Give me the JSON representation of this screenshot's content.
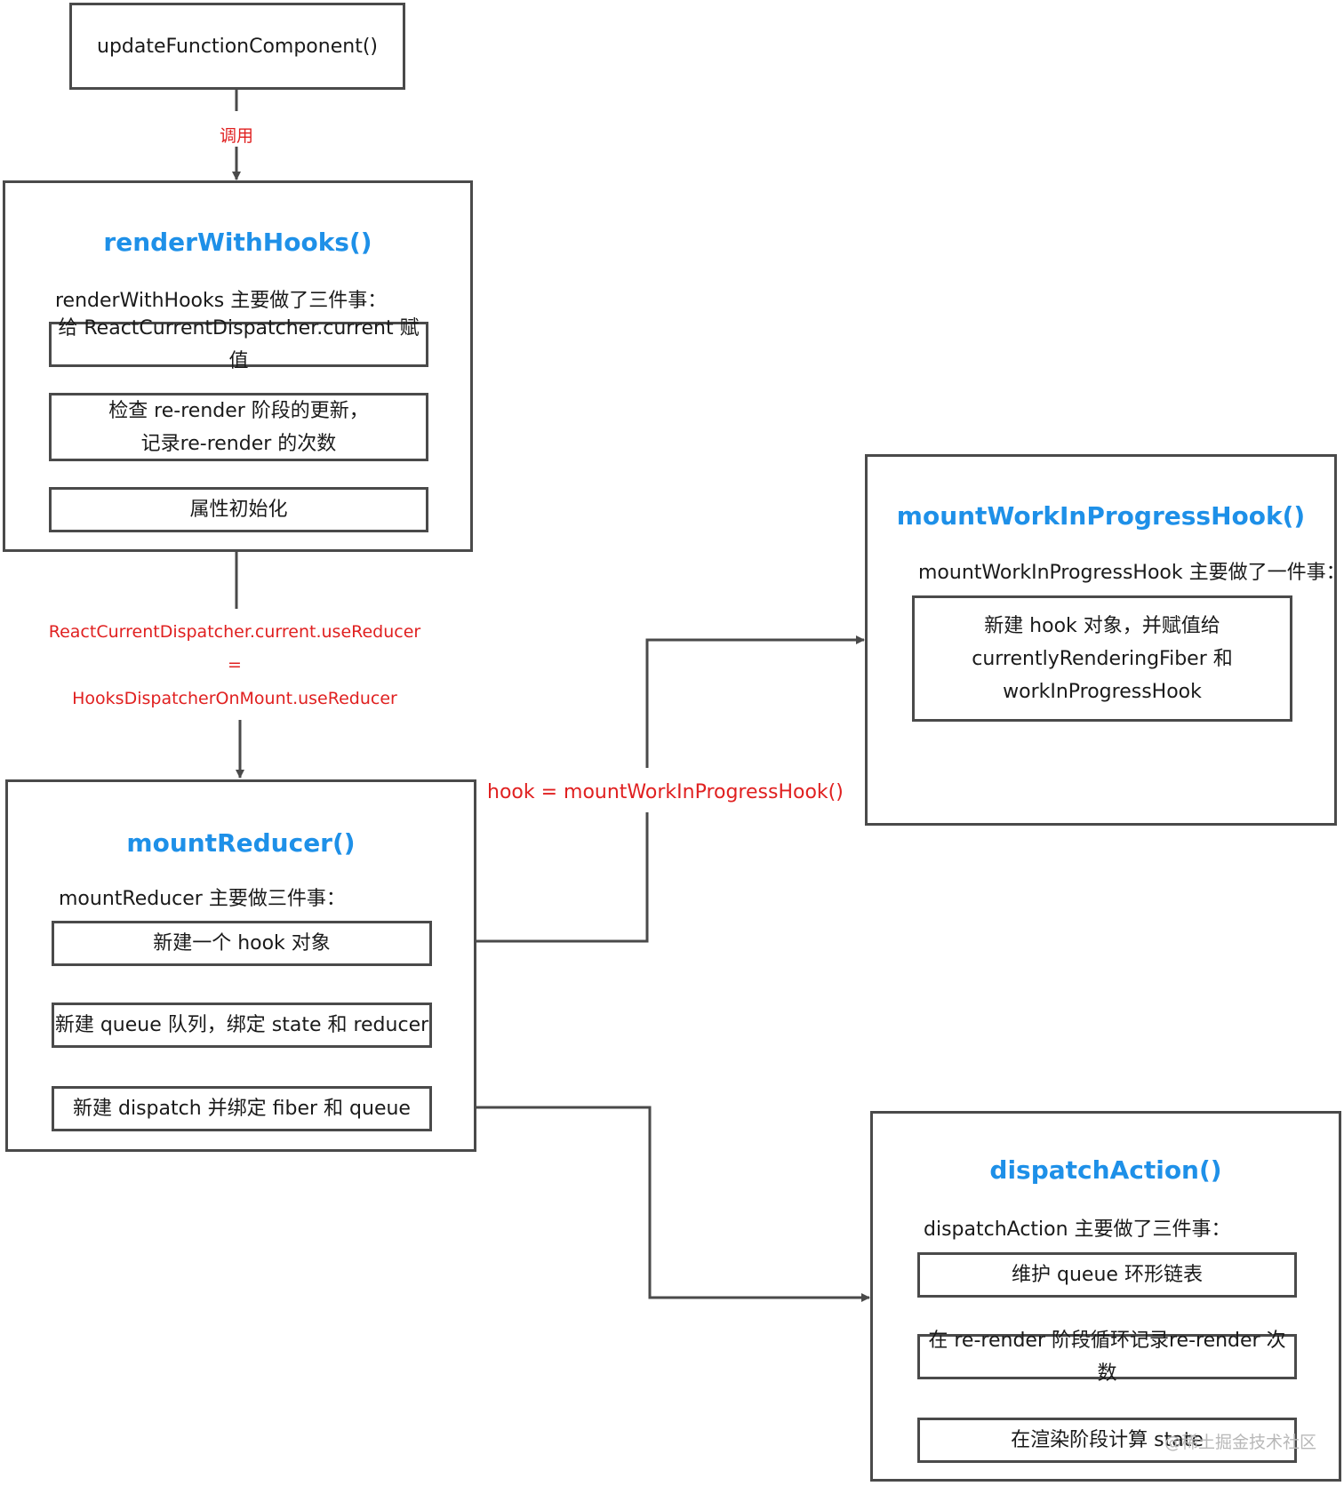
{
  "update_fn": {
    "label": "updateFunctionComponent()"
  },
  "call_label": "调用",
  "render_with_hooks": {
    "title": "renderWithHooks()",
    "desc": "renderWithHooks 主要做了三件事：",
    "steps": [
      "给 ReactCurrentDispatcher.current 赋值",
      "检查 re-render 阶段的更新，\n记录re-render 的次数",
      "属性初始化"
    ]
  },
  "dispatcher_label": {
    "line1": "ReactCurrentDispatcher.current.useReducer",
    "line2": "=",
    "line3": "HooksDispatcherOnMount.useReducer"
  },
  "mount_reducer": {
    "title": "mountReducer()",
    "desc": "mountReducer 主要做三件事：",
    "steps": [
      "新建一个 hook 对象",
      "新建 queue 队列，绑定 state 和 reducer",
      "新建 dispatch 并绑定 fiber 和 queue"
    ]
  },
  "hook_assign_label": "hook = mountWorkInProgressHook()",
  "mount_wip_hook": {
    "title": "mountWorkInProgressHook()",
    "desc": "mountWorkInProgressHook 主要做了一件事：",
    "steps": [
      "新建 hook 对象，并赋值给\ncurrentlyRenderingFiber 和\nworkInProgressHook"
    ]
  },
  "dispatch_action": {
    "title": "dispatchAction()",
    "desc": "dispatchAction 主要做了三件事：",
    "steps": [
      "维护 queue 环形链表",
      "在 re-render 阶段循环记录re-render 次数",
      "在渲染阶段计算 state"
    ]
  },
  "watermark": "@稀土掘金技术社区",
  "colors": {
    "title": "#1e90e8",
    "annotation": "#e02020",
    "line": "#4a4a4a"
  }
}
